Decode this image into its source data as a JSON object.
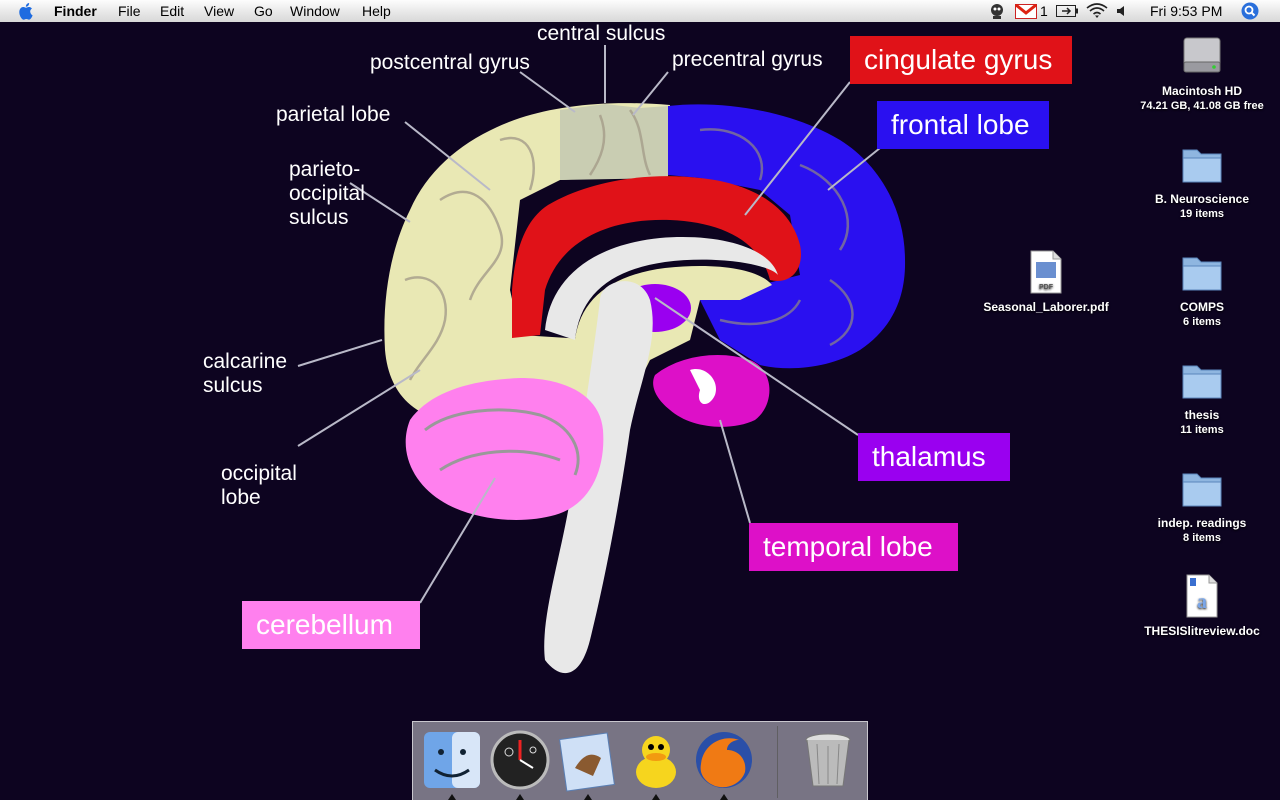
{
  "menubar": {
    "app_name": "Finder",
    "menus": [
      "File",
      "Edit",
      "View",
      "Go",
      "Window",
      "Help"
    ],
    "mail_count": "1",
    "clock": "Fri 9:53 PM"
  },
  "diagram": {
    "labels": {
      "central_sulcus": "central sulcus",
      "postcentral_gyrus": "postcentral gyrus",
      "precentral_gyrus": "precentral gyrus",
      "parietal_lobe": "parietal lobe",
      "parieto_occipital_1": "parieto-",
      "parieto_occipital_2": "occipital",
      "parieto_occipital_3": "sulcus",
      "calcarine_1": "calcarine",
      "calcarine_2": "sulcus",
      "occipital_1": "occipital",
      "occipital_2": "lobe"
    },
    "boxes": {
      "cingulate_gyrus": "cingulate gyrus",
      "frontal_lobe": "frontal lobe",
      "thalamus": "thalamus",
      "temporal_lobe": "temporal lobe",
      "cerebellum": "cerebellum"
    },
    "colors": {
      "cingulate": "#e01218",
      "frontal": "#2a10f0",
      "thalamus": "#9a00f0",
      "temporal": "#dd10c8",
      "cerebellum": "#ff80ee",
      "parietal": "#e9e8b4",
      "stem": "#e8e8e8",
      "background": "#0d0420"
    }
  },
  "desktop_icons": [
    {
      "name": "Macintosh HD",
      "sub": "74.21 GB, 41.08 GB free",
      "icon": "hard-drive-icon"
    },
    {
      "name": "B. Neuroscience",
      "sub": "19 items",
      "icon": "folder-icon"
    },
    {
      "name": "Seasonal_Laborer.pdf",
      "sub": "",
      "icon": "pdf-icon"
    },
    {
      "name": "COMPS",
      "sub": "6 items",
      "icon": "folder-icon"
    },
    {
      "name": "thesis",
      "sub": "11 items",
      "icon": "folder-icon"
    },
    {
      "name": "indep. readings",
      "sub": "8 items",
      "icon": "folder-icon"
    },
    {
      "name": "THESISlitreview.doc",
      "sub": "",
      "icon": "word-doc-icon"
    }
  ],
  "dock": {
    "items": [
      "finder-icon",
      "dashboard-icon",
      "mail-icon",
      "adium-duck-icon",
      "firefox-icon",
      "trash-icon"
    ]
  }
}
